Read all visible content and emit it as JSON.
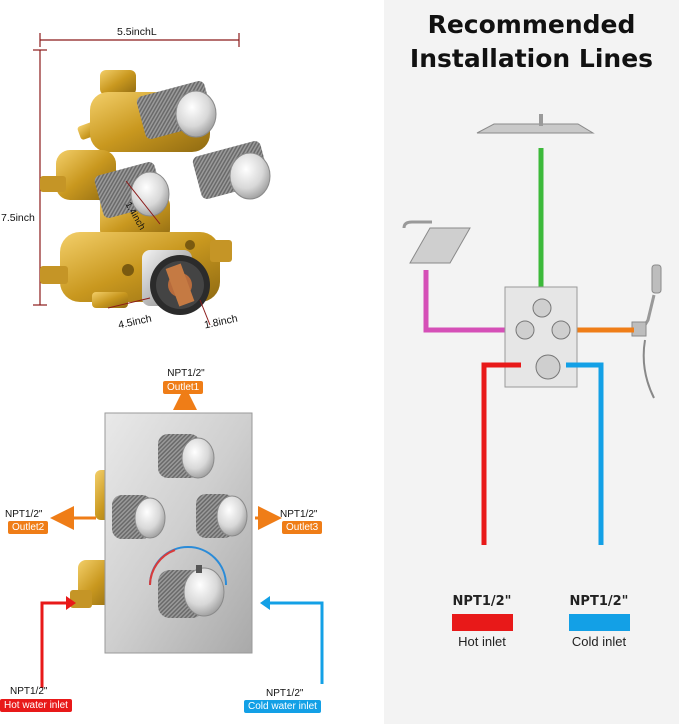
{
  "title": {
    "line1": "Recommended",
    "line2": "Installation Lines"
  },
  "dimensions": {
    "width": "5.5inchL",
    "height": "7.5inch",
    "knob_diameter": "1.4inch",
    "center_spacing": "4.5inch",
    "depth": "1.8inch"
  },
  "ports": {
    "outlet1": {
      "npt": "NPT1/2\"",
      "label": "Outlet1"
    },
    "outlet2": {
      "npt": "NPT1/2\"",
      "label": "Outlet2"
    },
    "outlet3": {
      "npt": "NPT1/2\"",
      "label": "Outlet3"
    },
    "hot": {
      "npt": "NPT1/2\"",
      "label": "Hot water inlet"
    },
    "cold": {
      "npt": "NPT1/2\"",
      "label": "Cold water inlet"
    }
  },
  "legend": {
    "hot": {
      "npt": "NPT1/2\"",
      "label": "Hot inlet",
      "color": "#e81919"
    },
    "cold": {
      "npt": "NPT1/2\"",
      "label": "Cold inlet",
      "color": "#13a0e6"
    }
  },
  "line_colors": {
    "green": "#3cb93a",
    "magenta": "#d54fb7",
    "orange": "#ef7d17",
    "red": "#e81919",
    "blue": "#13a0e6",
    "dim": "#8b1a1a"
  }
}
